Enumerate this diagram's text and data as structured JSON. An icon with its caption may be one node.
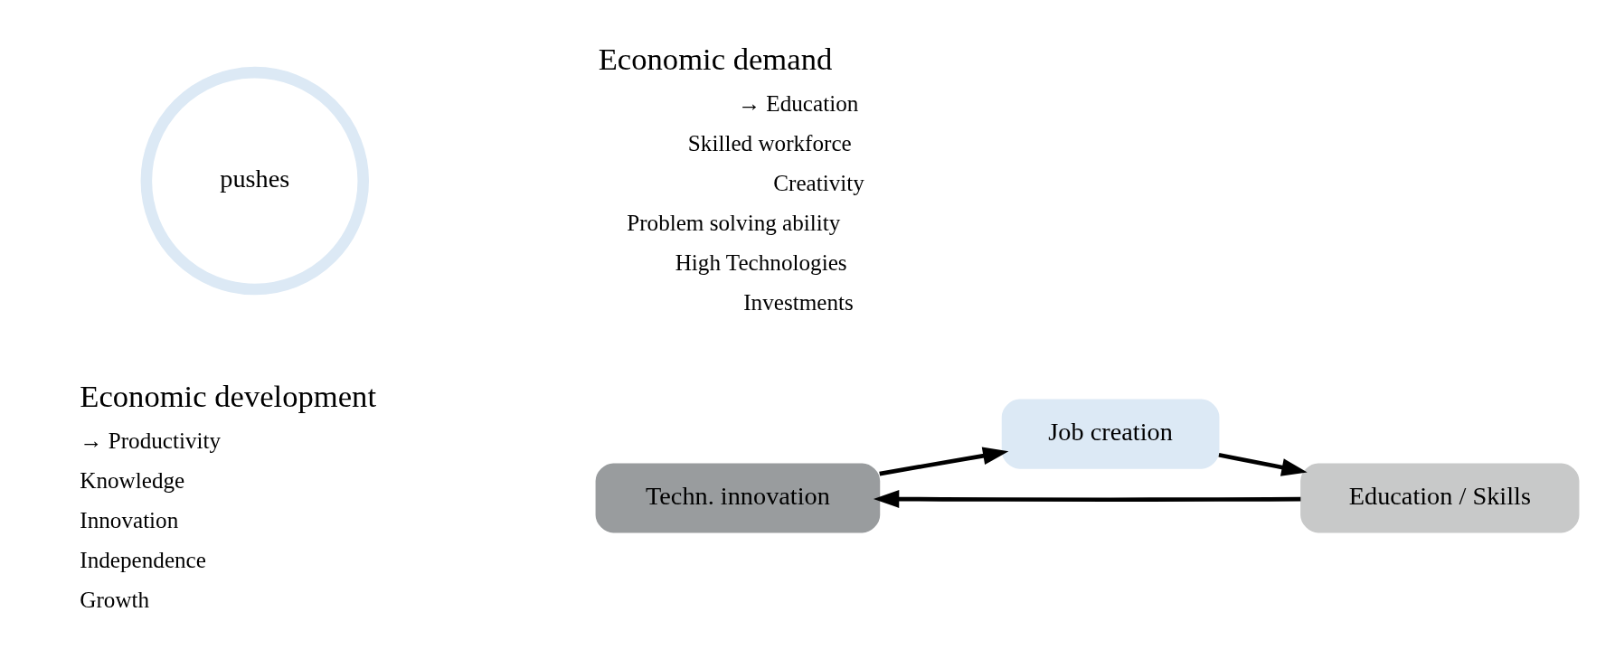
{
  "diagram": {
    "nodes": [
      {
        "text": [
          "Techn. innovation"
        ]
      },
      {
        "text": [
          "Job creation"
        ]
      },
      {
        "text": [
          "Education / Skills"
        ]
      },
      {
        "text": [
          "pushes"
        ]
      }
    ],
    "edges": [
      {
        "from": 0,
        "to": 1,
        "arrow": "to"
      },
      {
        "from": 1,
        "to": 2,
        "arrow": "to"
      },
      {
        "from": 2,
        "to": 0,
        "arrow": "to"
      }
    ],
    "labels": [
      "Economic development",
      "→ Productivity",
      "Knowledge",
      "Innovation",
      "Independence",
      "Growth",
      "Economic demand",
      "→ Education",
      "Skilled workforce",
      "Creativity",
      "Problem solving ability",
      "High Technologies",
      "Investments"
    ]
  }
}
